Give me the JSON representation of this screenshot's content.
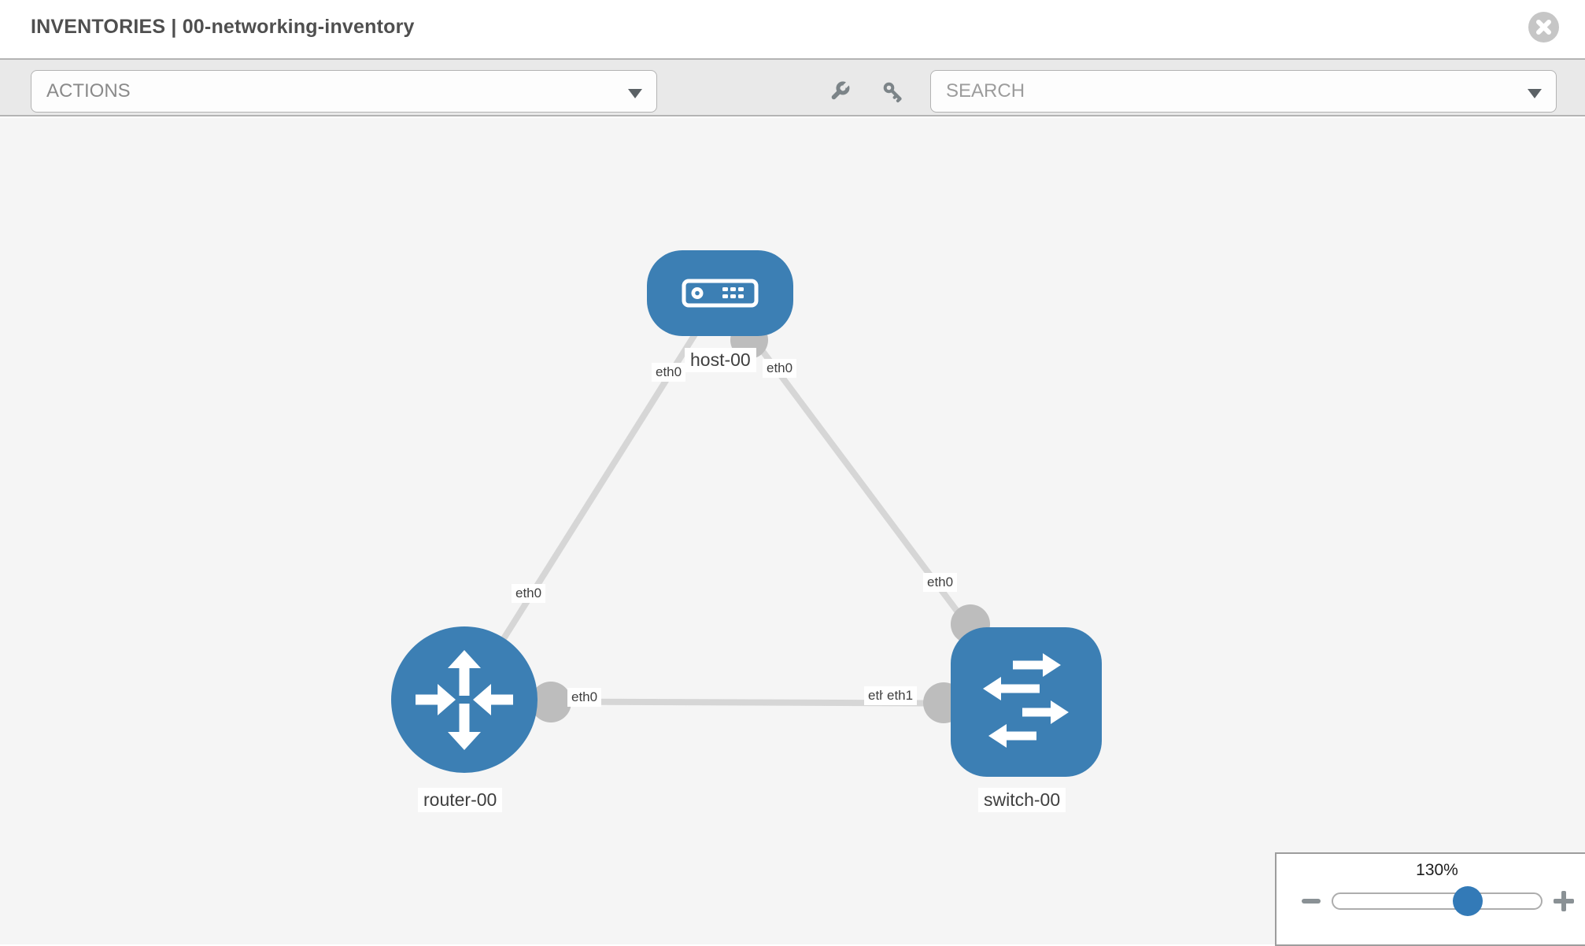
{
  "header": {
    "title": "INVENTORIES | 00-networking-inventory",
    "close_icon": "close-icon"
  },
  "toolbar": {
    "actions_dropdown": {
      "value": "ACTIONS"
    },
    "search_dropdown": {
      "placeholder": "SEARCH"
    },
    "icons": [
      "wrench-icon",
      "key-icon"
    ]
  },
  "topology": {
    "nodes": [
      {
        "label": "host-00",
        "type": "host"
      },
      {
        "label": "router-00",
        "type": "router"
      },
      {
        "label": "switch-00",
        "type": "switch"
      }
    ],
    "links": [
      {
        "source": "host-00",
        "source_iface": "eth0",
        "target": "router-00",
        "target_iface": "eth0"
      },
      {
        "source": "host-00",
        "source_iface": "eth0",
        "target": "switch-00",
        "target_iface": "eth0"
      },
      {
        "source": "router-00",
        "source_iface": "eth0",
        "target": "switch-00",
        "target_iface": "eth1"
      }
    ],
    "iface_chips": [
      {
        "text": "eth0",
        "position": "host-left"
      },
      {
        "text": "eth0",
        "position": "host-right"
      },
      {
        "text": "eth0",
        "position": "router-top"
      },
      {
        "text": "eth0",
        "position": "router-right"
      },
      {
        "text": "eth0",
        "position": "switch-left-under"
      },
      {
        "text": "eth1",
        "position": "switch-left-over"
      },
      {
        "text": "eth0",
        "position": "switch-top"
      }
    ]
  },
  "zoom_control": {
    "level": "130%",
    "minus_icon": "minus-icon",
    "plus_icon": "plus-icon"
  },
  "colors": {
    "node_blue": "#3c7fb4",
    "link_gray": "#d6d6d6",
    "dot_gray": "#bdbdbd",
    "slider_thumb_blue": "#337ab7",
    "toolbar_bg": "#e9e9e9",
    "canvas_bg": "#f5f5f5"
  }
}
